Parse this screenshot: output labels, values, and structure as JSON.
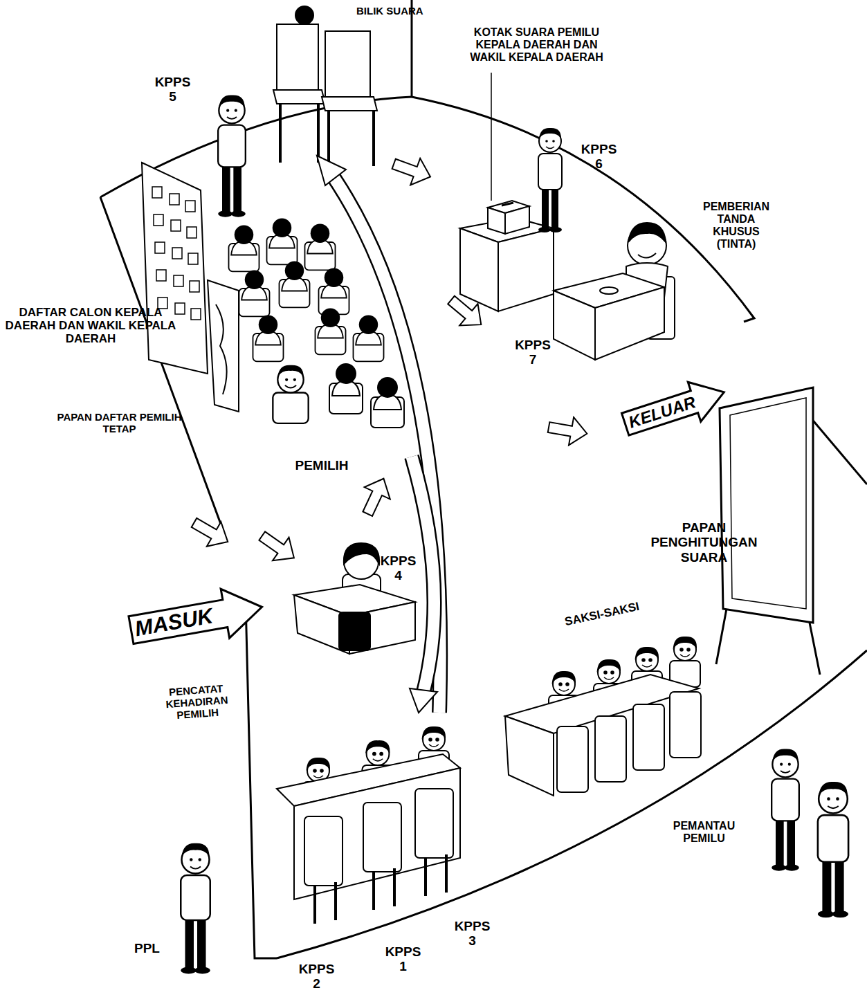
{
  "diagram": {
    "nodes": [
      {
        "text": [
          "KELUAR"
        ]
      },
      {
        "text": [
          "MASUK"
        ]
      }
    ],
    "labels": [
      "BILIK SUARA",
      "KOTAK SUARA PEMILU KEPALA DAERAH DAN WAKIL KEPALA DAERAH",
      "KPPS 5",
      "KPPS 6",
      "PEMBERIAN TANDA KHUSUS (TINTA)",
      "DAFTAR CALON KEPALA DAERAH DAN WAKIL KEPALA DAERAH",
      "KPPS 7",
      "PAPAN DAFTAR PEMILIH TETAP",
      "PEMILIH",
      "PAPAN PENGHITUNGAN SUARA",
      "KPPS 4",
      "SAKSI-SAKSI",
      "PENCATAT KEHADIRAN PEMILIH",
      "PEMANTAU PEMILU",
      "KPPS 3",
      "PPL",
      "KPPS 1",
      "KPPS 2"
    ]
  }
}
